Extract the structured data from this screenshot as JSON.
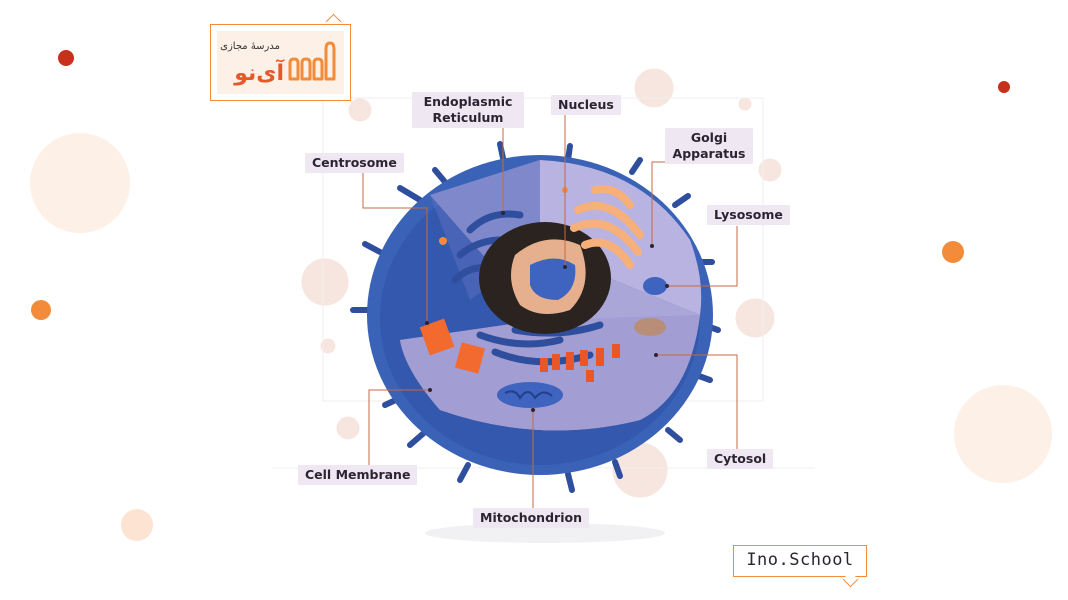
{
  "diagram": {
    "labels": {
      "endoplasmic_reticulum": "Endoplasmic\nReticulum",
      "nucleus": "Nucleus",
      "golgi_apparatus": "Golgi\nApparatus",
      "centrosome": "Centrosome",
      "lysosome": "Lysosome",
      "cytosol": "Cytosol",
      "cell_membrane": "Cell Membrane",
      "mitochondrion": "Mitochondrion"
    }
  },
  "branding": {
    "logo_subtitle": "مدرسهٔ مجازی",
    "logo_title": "آی‌نو",
    "site_name": "Ino.School"
  },
  "colors": {
    "membrane_blue": "#3a62b7",
    "membrane_dark": "#2f4f9e",
    "cytoplasm": "#aba6d8",
    "accent_orange": "#f28c3a",
    "accent_red": "#e8572a"
  }
}
